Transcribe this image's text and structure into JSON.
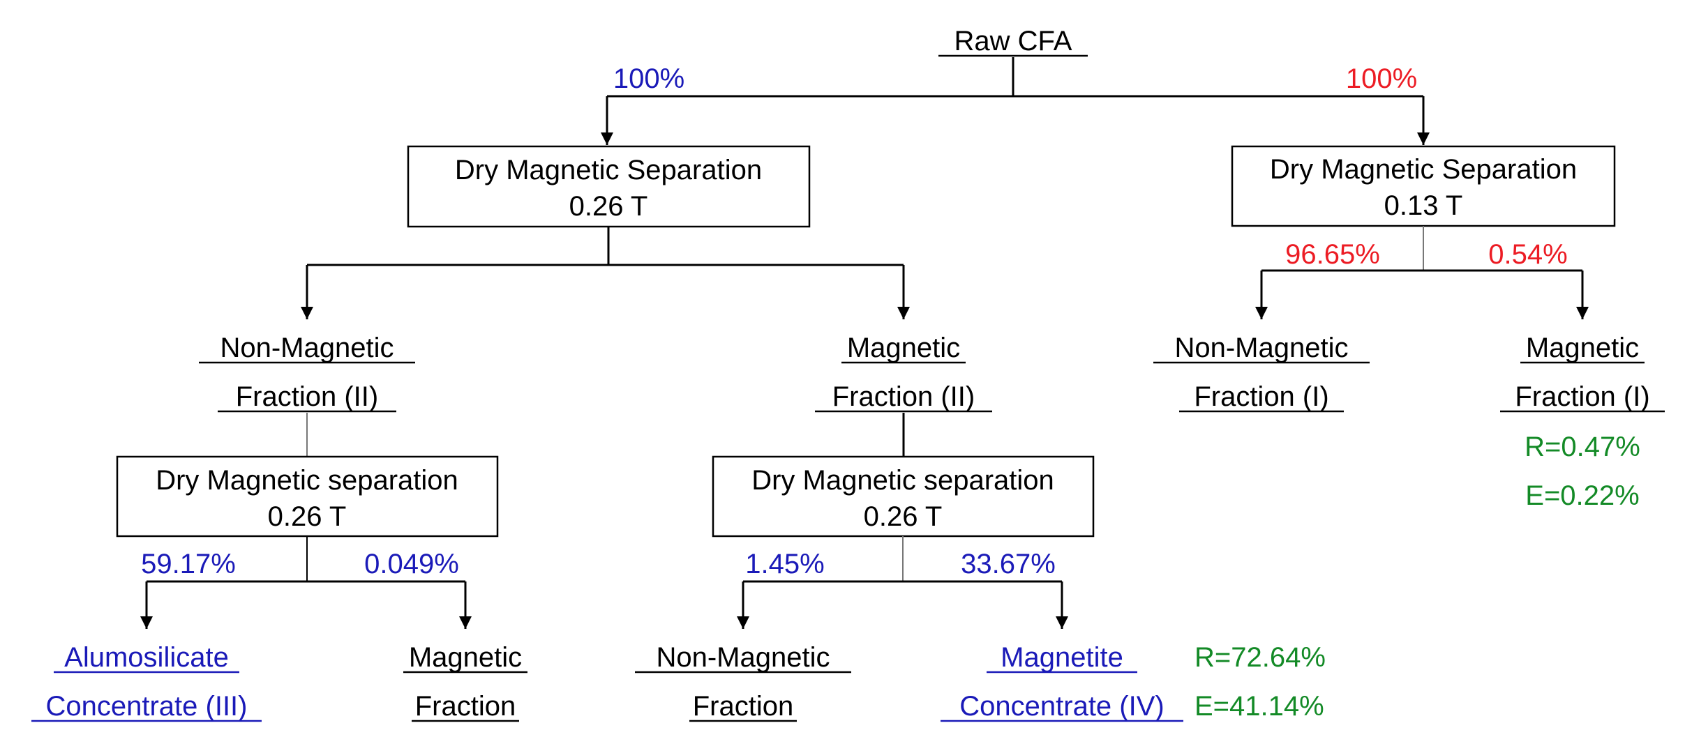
{
  "root": {
    "label": "Raw CFA"
  },
  "branch_left": {
    "percent": "100%",
    "box": {
      "line1": "Dry Magnetic Separation",
      "line2": "0.26 T"
    },
    "non_magnetic": {
      "line1": "Non-Magnetic",
      "line2": "Fraction (II)",
      "box": {
        "line1": "Dry Magnetic separation",
        "line2": "0.26 T"
      },
      "left_percent": "59.17%",
      "right_percent": "0.049%",
      "product_left": {
        "line1": "Alumosilicate",
        "line2": "Concentrate (III)"
      },
      "product_right": {
        "line1": "Magnetic",
        "line2": "Fraction"
      }
    },
    "magnetic": {
      "line1": "Magnetic",
      "line2": "Fraction (II)",
      "box": {
        "line1": "Dry Magnetic separation",
        "line2": "0.26 T"
      },
      "left_percent": "1.45%",
      "right_percent": "33.67%",
      "product_left": {
        "line1": "Non-Magnetic",
        "line2": "Fraction"
      },
      "product_right": {
        "line1": "Magnetite",
        "line2": "Concentrate (IV)"
      },
      "recovery": "R=72.64%",
      "efficiency": "E=41.14%"
    }
  },
  "branch_right": {
    "percent": "100%",
    "box": {
      "line1": "Dry Magnetic Separation",
      "line2": "0.13 T"
    },
    "left_percent": "96.65%",
    "right_percent": "0.54%",
    "product_left": {
      "line1": "Non-Magnetic",
      "line2": "Fraction (I)"
    },
    "product_right": {
      "line1": "Magnetic",
      "line2": "Fraction (I)"
    },
    "recovery": "R=0.47%",
    "efficiency": "E=0.22%"
  },
  "colors": {
    "left_branch_percent": "#1a1ab8",
    "right_branch_percent": "#ec1c24",
    "performance": "#138a26",
    "concentrate_link": "#1a1ab8"
  }
}
